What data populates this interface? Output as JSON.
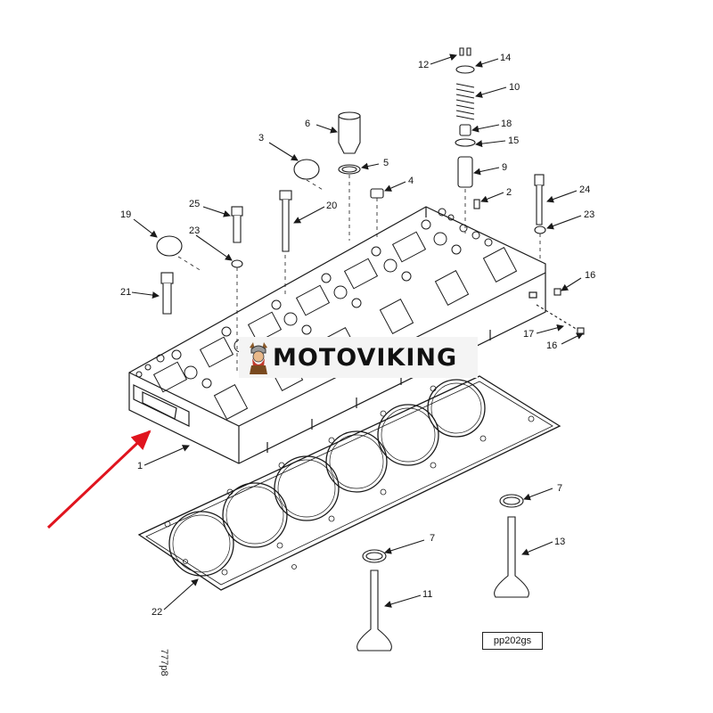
{
  "brand": {
    "name": "MOTOVIKING"
  },
  "figure": {
    "reference_code": "pp202gs",
    "drawing_code": "777p8"
  },
  "callouts": [
    "1",
    "2",
    "3",
    "4",
    "5",
    "6",
    "7",
    "7",
    "9",
    "10",
    "11",
    "12",
    "13",
    "14",
    "15",
    "16",
    "16",
    "17",
    "18",
    "19",
    "20",
    "21",
    "22",
    "23",
    "23",
    "24",
    "25"
  ],
  "colors": {
    "line": "#1a1a1a",
    "highlight_arrow": "#e0141e",
    "logo_accent": "#c0392b"
  }
}
